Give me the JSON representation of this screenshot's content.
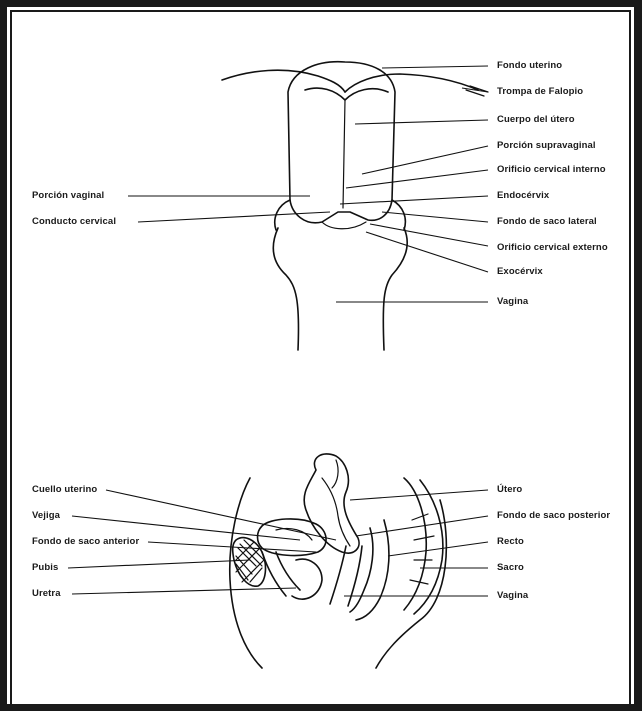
{
  "top_diagram": {
    "labels_right": [
      "Fondo uterino",
      "Trompa de Falopio",
      "Cuerpo del útero",
      "Porción supravaginal",
      "Orificio cervical interno",
      "Endocérvix",
      "Fondo de saco lateral",
      "Orificio cervical externo",
      "Exocérvix",
      "Vagina"
    ],
    "labels_left": [
      "Porción vaginal",
      "Conducto cervical"
    ]
  },
  "bottom_diagram": {
    "labels_left": [
      "Cuello uterino",
      "Vejiga",
      "Fondo de saco anterior",
      "Pubis",
      "Uretra"
    ],
    "labels_right": [
      "Útero",
      "Fondo de saco posterior",
      "Recto",
      "Sacro",
      "Vagina"
    ]
  }
}
